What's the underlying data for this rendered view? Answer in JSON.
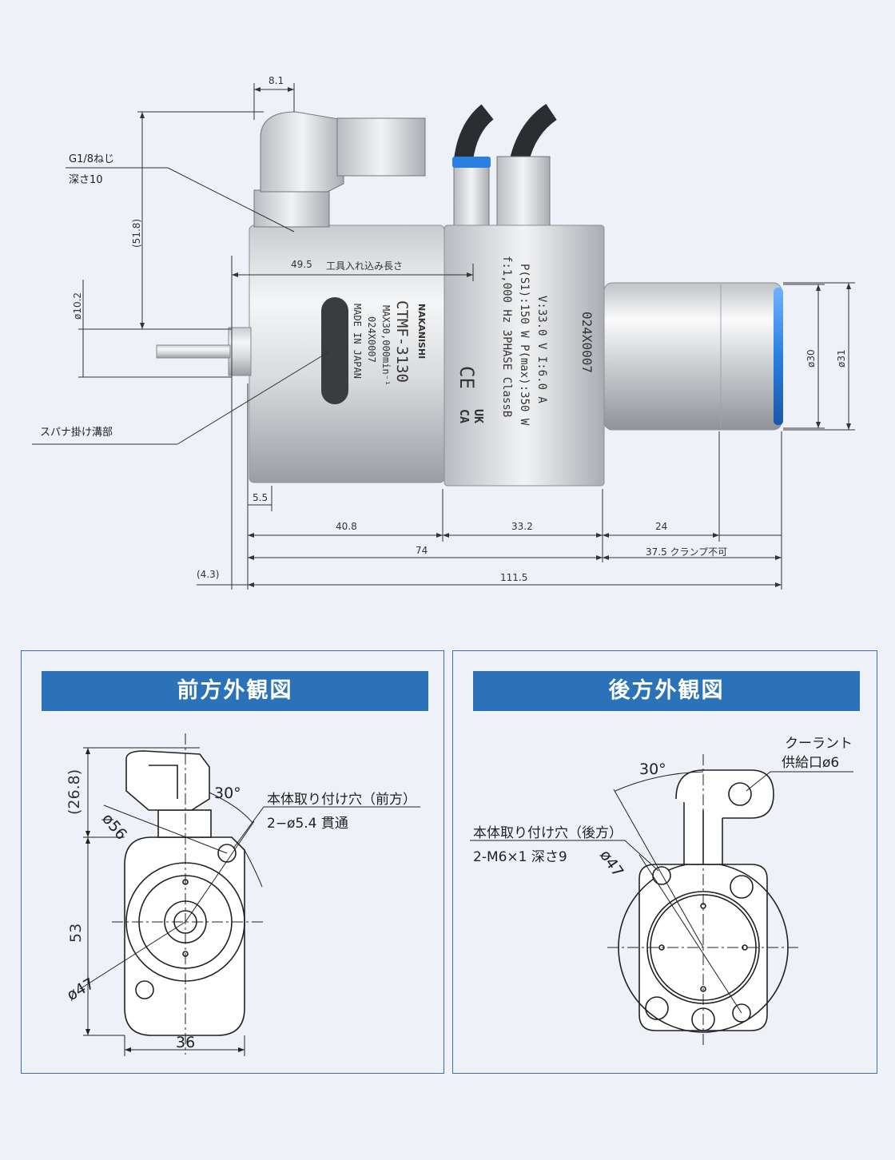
{
  "top": {
    "dims": {
      "d8_1": "8.1",
      "d51_8": "(51.8)",
      "d10_2": "ø10.2",
      "d49_5": "49.5",
      "tool_insert": "工具入れ込み長さ",
      "d5_5": "5.5",
      "d40_8": "40.8",
      "d33_2": "33.2",
      "d24": "24",
      "d74": "74",
      "d37_5": "37.5 クランプ不可",
      "d4_3": "(4.3)",
      "d111_5": "111.5",
      "d30": "ø30",
      "d31": "ø31"
    },
    "callouts": {
      "g18": "G1/8ねじ",
      "depth10": "深さ10",
      "spanner": "スパナ掛け溝部"
    },
    "body_marking": {
      "brand": "NAKANISHI",
      "model": "CTMF-3130",
      "max": "MAX30,000min⁻¹",
      "serial": "024X0007",
      "made": "MADE IN JAPAN",
      "rating1": "V:33.0 V I:6.0 A",
      "rating2": "P(S1):150 W P(max):350 W",
      "rating3": "f:1,000 Hz 3PHASE ClassB",
      "ce": "CE",
      "ukca1": "UK",
      "ukca2": "CA",
      "serial2": "024X0007"
    }
  },
  "front": {
    "title": "前方外観図",
    "dims": {
      "d26_8": "(26.8)",
      "d56": "ø56",
      "d30deg": "30°",
      "d53": "53",
      "d47": "ø47",
      "d36": "36"
    },
    "note1": "本体取り付け穴（前方）",
    "note2": "2−ø5.4 貫通"
  },
  "rear": {
    "title": "後方外観図",
    "dims": {
      "d30deg": "30°",
      "d47": "ø47"
    },
    "coolant1": "クーラント",
    "coolant2": "供給口ø6",
    "note1": "本体取り付け穴（後方）",
    "note2": "2-M6×1 深さ9"
  },
  "colors": {
    "panel_border": "#3a6fb0",
    "title_bg": "#2b72b8",
    "ring_blue": "#2a7fe0"
  }
}
